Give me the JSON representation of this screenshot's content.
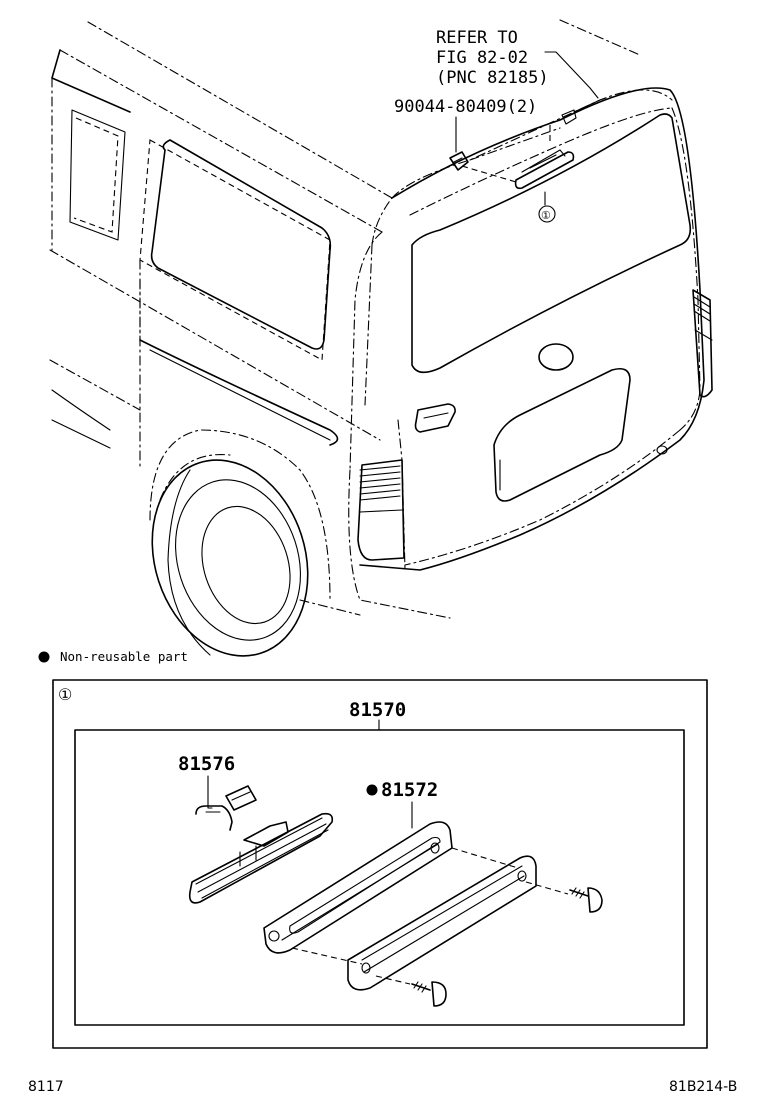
{
  "labels": {
    "refer_line1": "REFER TO",
    "refer_line2": "FIG 82-02",
    "refer_line3": "(PNC 82185)",
    "bolt_part": "90044-80409(2)",
    "callout_ref": "①",
    "legend_text": "Non-reusable part",
    "box_callout": "①",
    "assembly_pnc": "81570",
    "lamp_pnc": "81576",
    "gasket_pnc": "81572"
  },
  "footer": {
    "left_code": "8117",
    "right_code": "81B214-B"
  },
  "legend": {
    "marker_icon": "filled-circle-icon",
    "marker_color": "#000000"
  }
}
